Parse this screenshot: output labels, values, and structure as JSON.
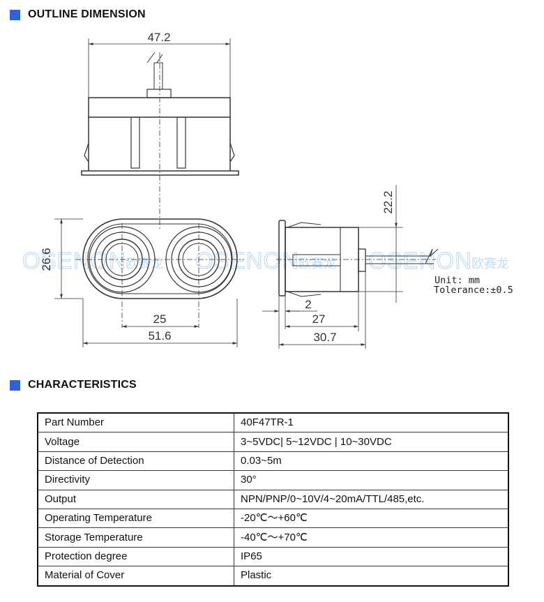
{
  "sections": {
    "outline_title": "OUTLINE DIMENSION",
    "characteristics_title": "CHARACTERISTICS"
  },
  "accent_color": "#2e63d8",
  "drawing": {
    "dimensions": {
      "top_width": "47.2",
      "front_height": "26.6",
      "center_distance": "25",
      "front_width": "51.6",
      "side_height": "22.2",
      "flange": "2",
      "body_length": "27",
      "total_length": "30.7"
    },
    "unit": "Unit: mm",
    "tolerance": "Tolerance:±0.5",
    "watermark": {
      "brand": "OSENON",
      "brand_cn": "欧赛龙"
    }
  },
  "characteristics": [
    {
      "param": "Part Number",
      "value": "40F47TR-1"
    },
    {
      "param": "Voltage",
      "value": "3~5VDC| 5~12VDC | 10~30VDC"
    },
    {
      "param": "Distance of Detection",
      "value": "0.03~5m"
    },
    {
      "param": "Directivity",
      "value": "30°"
    },
    {
      "param": "Output",
      "value": "NPN/PNP/0~10V/4~20mA/TTL/485,etc."
    },
    {
      "param": "Operating Temperature",
      "value": "-20℃～+60℃"
    },
    {
      "param": "Storage Temperature",
      "value": "-40℃～+70℃"
    },
    {
      "param": "Protection degree",
      "value": "IP65"
    },
    {
      "param": "Material of Cover",
      "value": "Plastic"
    }
  ]
}
